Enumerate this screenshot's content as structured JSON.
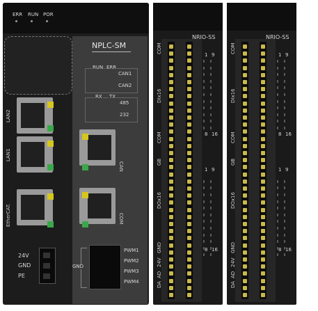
{
  "cpu_module": {
    "top_leds": [
      "ERR",
      "RUN",
      "POR"
    ],
    "model": "NPLC-SM",
    "status_leds": {
      "headers": [
        "RUN",
        "ERR"
      ],
      "rows": [
        "CAN1",
        "CAN2"
      ]
    },
    "comm_leds": {
      "headers": [
        "RX",
        "TX"
      ],
      "rows": [
        "485",
        "232"
      ]
    },
    "ports": {
      "lan2": "LAN2",
      "lan1": "LAN1",
      "ethercat": "EtherCAT.",
      "can": "CAN",
      "com": "COM"
    },
    "power": [
      "24V",
      "GND",
      "PE"
    ],
    "pwm": {
      "gnd": "GND",
      "labels": [
        "PWM1",
        "PWM2",
        "PWM3",
        "PWM4"
      ]
    }
  },
  "io_modules": [
    {
      "model": "NRIO-SS",
      "upper": {
        "side": [
          "COM",
          "DIx16",
          "COM"
        ],
        "nums": [
          "1",
          "9",
          "8",
          "16"
        ],
        "bottom": [
          "GB"
        ]
      },
      "lower": {
        "side": [
          "DOx16",
          "GND",
          "24V"
        ],
        "nums": [
          "1",
          "9",
          "8",
          "16"
        ],
        "bottom": [
          "AD",
          "DA"
        ]
      }
    },
    {
      "model": "NRIO-SS",
      "upper": {
        "side": [
          "COM",
          "DIx16",
          "COM"
        ],
        "nums": [
          "1",
          "9",
          "8",
          "16"
        ],
        "bottom": [
          "GB"
        ]
      },
      "lower": {
        "side": [
          "DOx16",
          "GND",
          "24V"
        ],
        "nums": [
          "1",
          "9",
          "8",
          "16"
        ],
        "bottom": [
          "AD",
          "DA"
        ]
      }
    }
  ],
  "colors": {
    "led_yellow": "#d6c61e",
    "led_green": "#3aa84a",
    "terminal_pin": "#c9b94a"
  }
}
